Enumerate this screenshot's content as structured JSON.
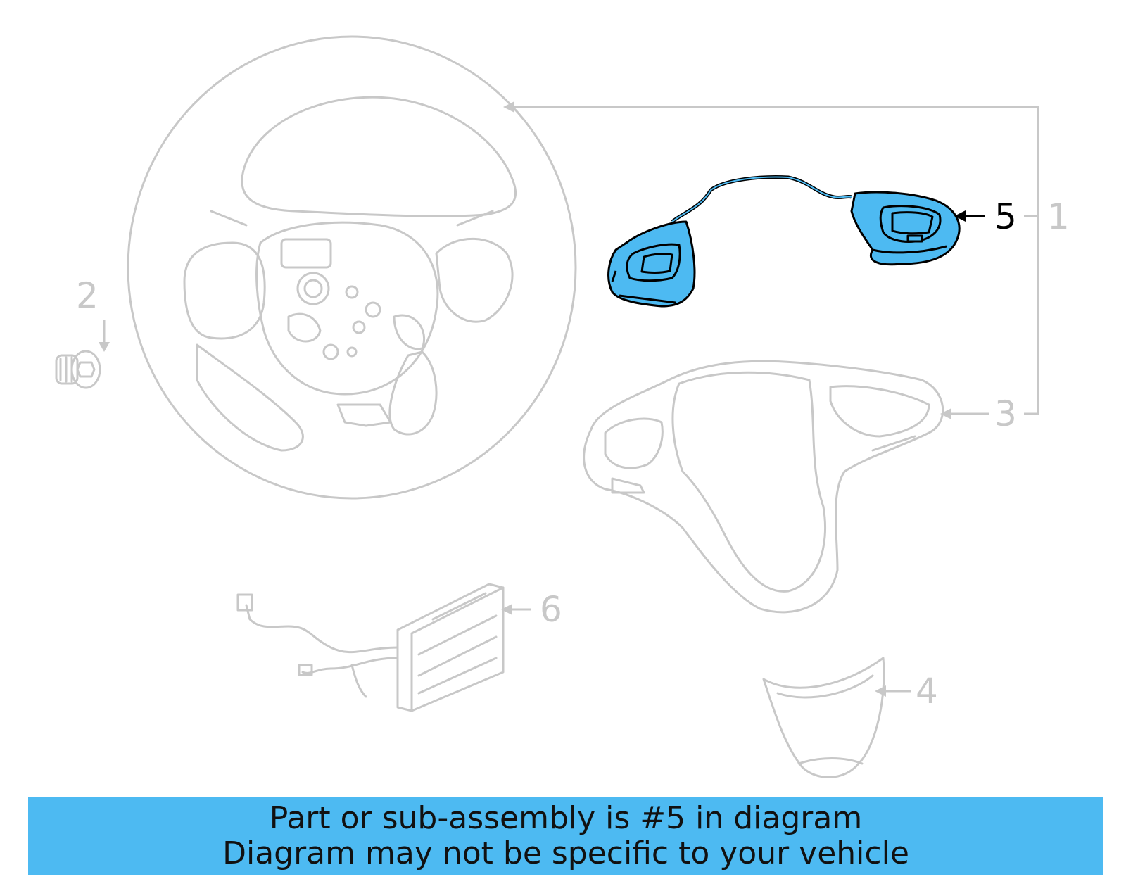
{
  "diagram": {
    "highlight_part": "5",
    "highlight_color": "#4dbaf2",
    "line_color": "#c8c8c8",
    "callouts": {
      "c1": "1",
      "c2": "2",
      "c3": "3",
      "c4": "4",
      "c5": "5",
      "c6": "6"
    }
  },
  "banner": {
    "line1": "Part or sub-assembly is #5 in diagram",
    "line2": "Diagram may not be specific to your vehicle",
    "background": "#4dbaf2"
  }
}
